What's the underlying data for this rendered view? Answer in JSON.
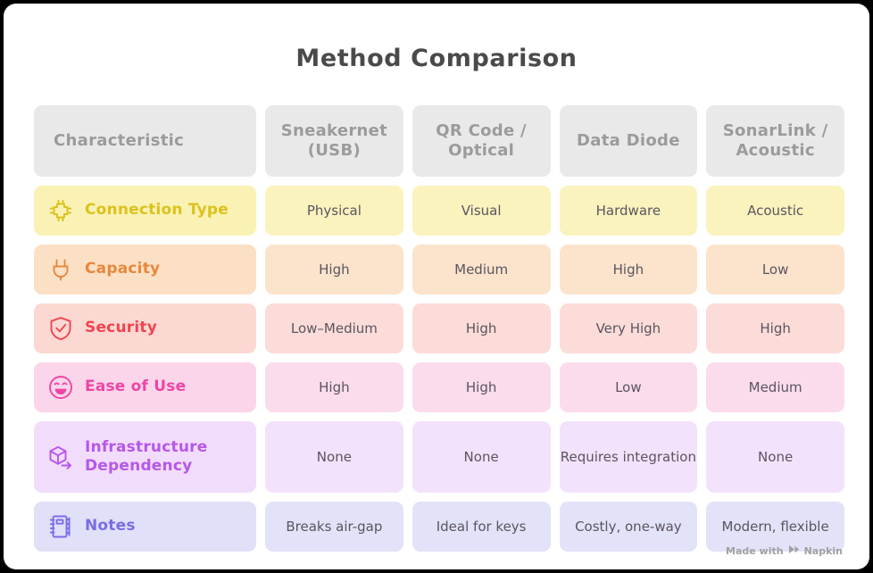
{
  "title": "Method Comparison",
  "watermark": {
    "prefix": "Made with",
    "brand": "Napkin",
    "logo_icon": "napkin-play-icon"
  },
  "colors": {
    "card_background": "#ffffff",
    "page_background": "#000000",
    "title_text": "#4a4a4a",
    "header_cell": "#e9e9e9",
    "header_text": "#9b9b9b",
    "data_text": "#5a5560",
    "row_yellow": "#fbf3bd",
    "row_peach": "#fce3cc",
    "row_salmon": "#fcdcd8",
    "row_pink": "#fbdcec",
    "row_lavender": "#f3e2fb",
    "row_periwinkle": "#e2e2f8",
    "label_yellow": "#ddc11c",
    "label_orange": "#e8883c",
    "label_red": "#ef4550",
    "label_magenta": "#ef45a5",
    "label_purple": "#b558e8",
    "label_violet": "#7b6ce8"
  },
  "table": {
    "headers": [
      "Characteristic",
      "Sneakernet (USB)",
      "QR Code / Optical",
      "Data Diode",
      "SonarLink / Acoustic"
    ],
    "rows": [
      {
        "label": "Connection Type",
        "icon": "chip-icon",
        "theme": "yellow",
        "cells": [
          "Physical",
          "Visual",
          "Hardware",
          "Acoustic"
        ]
      },
      {
        "label": "Capacity",
        "icon": "power-plug-icon",
        "theme": "peach",
        "cells": [
          "High",
          "Medium",
          "High",
          "Low"
        ]
      },
      {
        "label": "Security",
        "icon": "shield-check-icon",
        "theme": "salmon",
        "cells": [
          "Low–Medium",
          "High",
          "Very High",
          "High"
        ]
      },
      {
        "label": "Ease of Use",
        "icon": "smiley-face-icon",
        "theme": "pink",
        "cells": [
          "High",
          "High",
          "Low",
          "Medium"
        ]
      },
      {
        "label": "Infrastructure Dependency",
        "icon": "box-arrow-icon",
        "theme": "lavender",
        "cells": [
          "None",
          "None",
          "Requires integration",
          "None"
        ]
      },
      {
        "label": "Notes",
        "icon": "notebook-icon",
        "theme": "periwinkle",
        "cells": [
          "Breaks air-gap",
          "Ideal for keys",
          "Costly, one-way",
          "Modern, flexible"
        ]
      }
    ]
  }
}
